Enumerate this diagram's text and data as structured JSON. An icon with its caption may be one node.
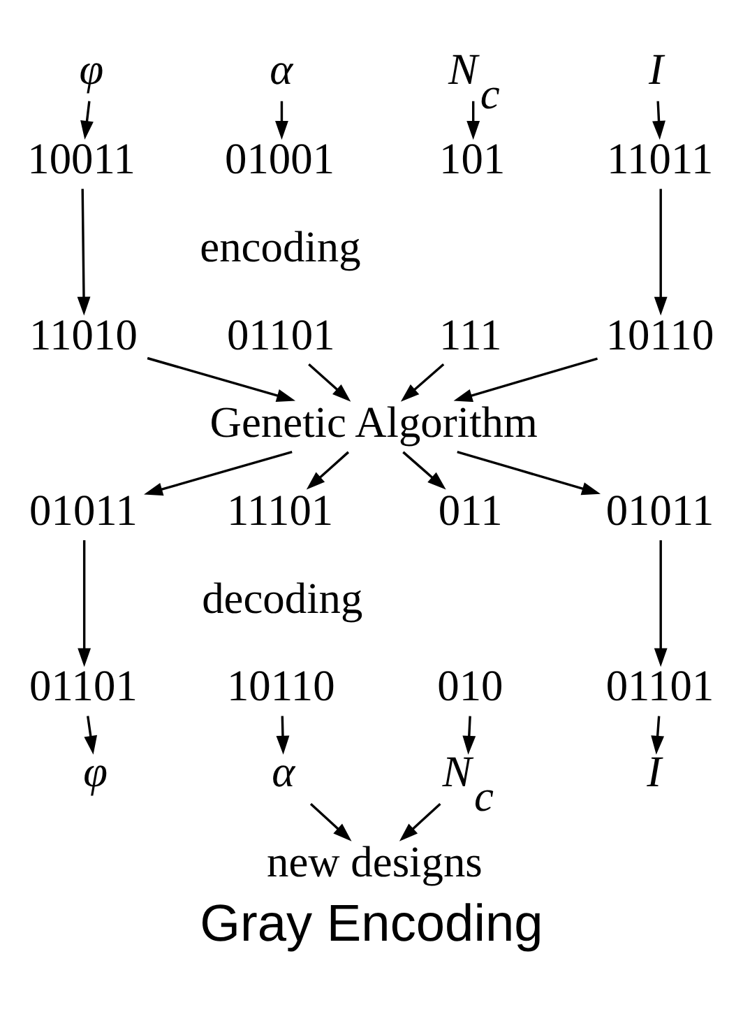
{
  "diagram": {
    "caption": "Gray Encoding",
    "nodes": [
      {
        "text": [
          "φ"
        ]
      },
      {
        "text": [
          "α"
        ]
      },
      {
        "text": [
          "N$_{c}$"
        ]
      },
      {
        "text": [
          "I"
        ]
      },
      {
        "text": [
          "10011"
        ]
      },
      {
        "text": [
          "01001"
        ]
      },
      {
        "text": [
          "101"
        ]
      },
      {
        "text": [
          "11011"
        ]
      },
      {
        "text": [
          "11010"
        ]
      },
      {
        "text": [
          "01101"
        ]
      },
      {
        "text": [
          "111"
        ]
      },
      {
        "text": [
          "10110"
        ]
      },
      {
        "text": [
          "Genetic Algorithm"
        ]
      },
      {
        "text": [
          "01011"
        ]
      },
      {
        "text": [
          "11101"
        ]
      },
      {
        "text": [
          "011"
        ]
      },
      {
        "text": [
          "01011"
        ]
      },
      {
        "text": [
          "01101"
        ]
      },
      {
        "text": [
          "10110"
        ]
      },
      {
        "text": [
          "010"
        ]
      },
      {
        "text": [
          "01101"
        ]
      },
      {
        "text": [
          "φ"
        ]
      },
      {
        "text": [
          "α"
        ]
      },
      {
        "text": [
          "N$_{c}$"
        ]
      },
      {
        "text": [
          "I"
        ]
      },
      {
        "text": [
          "new designs"
        ]
      }
    ],
    "edges": [
      {
        "from": 0,
        "to": 4,
        "arrow": "to"
      },
      {
        "from": 1,
        "to": 5,
        "arrow": "to"
      },
      {
        "from": 2,
        "to": 6,
        "arrow": "to"
      },
      {
        "from": 3,
        "to": 7,
        "arrow": "to"
      },
      {
        "from": 4,
        "to": 8,
        "arrow": "to"
      },
      {
        "from": 7,
        "to": 11,
        "arrow": "to"
      },
      {
        "from": 8,
        "to": 12,
        "arrow": "to"
      },
      {
        "from": 9,
        "to": 12,
        "arrow": "to"
      },
      {
        "from": 10,
        "to": 12,
        "arrow": "to"
      },
      {
        "from": 11,
        "to": 12,
        "arrow": "to"
      },
      {
        "from": 12,
        "to": 13,
        "arrow": "to"
      },
      {
        "from": 12,
        "to": 14,
        "arrow": "to"
      },
      {
        "from": 12,
        "to": 15,
        "arrow": "to"
      },
      {
        "from": 12,
        "to": 16,
        "arrow": "to"
      },
      {
        "from": 13,
        "to": 17,
        "arrow": "to"
      },
      {
        "from": 16,
        "to": 20,
        "arrow": "to"
      },
      {
        "from": 17,
        "to": 21,
        "arrow": "to"
      },
      {
        "from": 18,
        "to": 22,
        "arrow": "to"
      },
      {
        "from": 19,
        "to": 23,
        "arrow": "to"
      },
      {
        "from": 20,
        "to": 24,
        "arrow": "to"
      },
      {
        "from": 22,
        "to": 25,
        "arrow": "to"
      },
      {
        "from": 23,
        "to": 25,
        "arrow": "to"
      }
    ],
    "labels": [
      "encoding",
      "decoding"
    ]
  }
}
